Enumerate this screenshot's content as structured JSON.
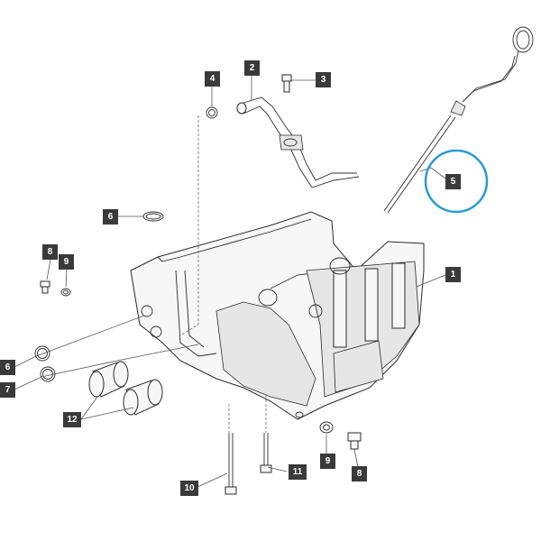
{
  "callouts": [
    {
      "id": "c1",
      "label": "1"
    },
    {
      "id": "c2",
      "label": "2"
    },
    {
      "id": "c3",
      "label": "3"
    },
    {
      "id": "c4",
      "label": "4"
    },
    {
      "id": "c5",
      "label": "5"
    },
    {
      "id": "c6a",
      "label": "6"
    },
    {
      "id": "c6b",
      "label": "6"
    },
    {
      "id": "c7",
      "label": "7"
    },
    {
      "id": "c8a",
      "label": "8"
    },
    {
      "id": "c8b",
      "label": "8"
    },
    {
      "id": "c9a",
      "label": "9"
    },
    {
      "id": "c9b",
      "label": "9"
    },
    {
      "id": "c10",
      "label": "10"
    },
    {
      "id": "c11",
      "label": "11"
    },
    {
      "id": "c12",
      "label": "12"
    }
  ],
  "highlight": {
    "callout": "5",
    "color": "#2a9ad3"
  },
  "colors": {
    "callout_fill": "#3a3a3a",
    "line": "#2b2b2b"
  }
}
